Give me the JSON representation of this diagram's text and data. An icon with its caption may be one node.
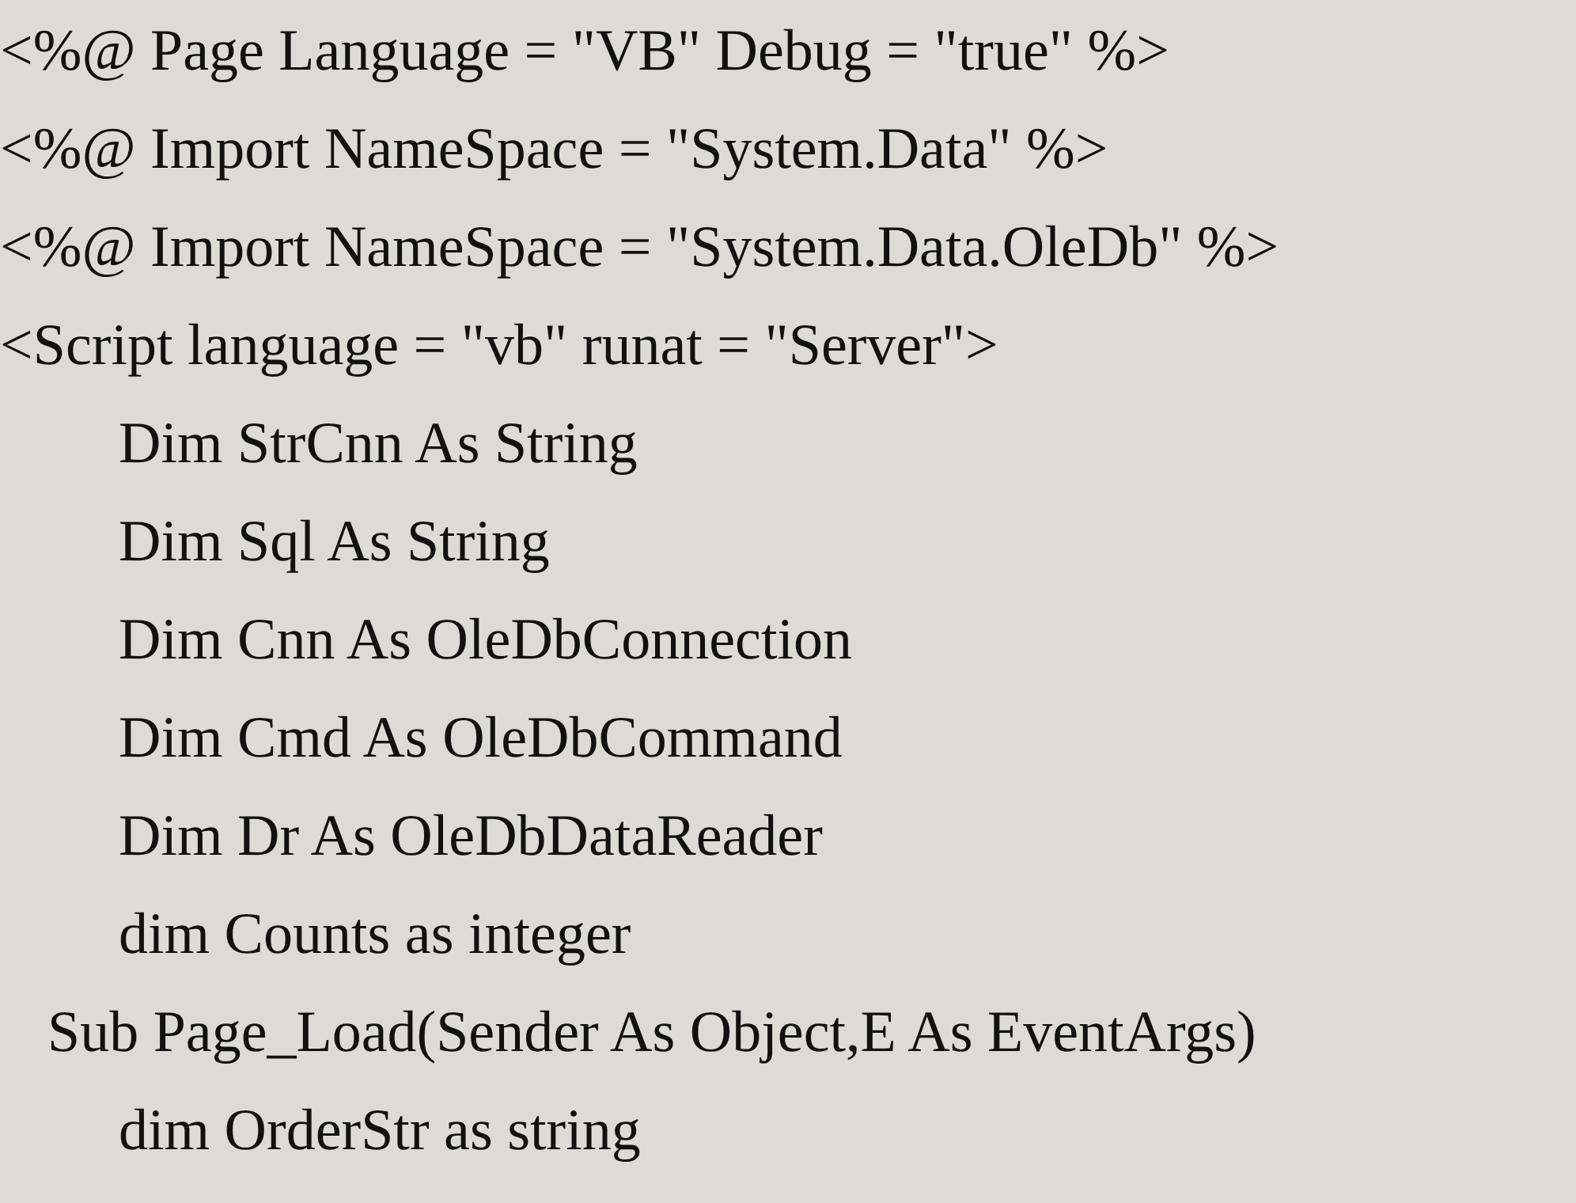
{
  "diagram": {
    "labels": [
      "<%@ Page Language = \"VB\" Debug = \"true\" %>",
      "<%@ Import NameSpace = \"System.Data\" %>",
      "<%@ Import NameSpace = \"System.Data.OleDb\" %>",
      "<Script language = \"vb\" runat = \"Server\">",
      "Dim StrCnn As String",
      "Dim Sql As String",
      "Dim Cnn As OleDbConnection",
      "Dim Cmd As OleDbCommand",
      "Dim Dr As OleDbDataReader",
      "dim Counts as integer",
      "Sub Page_Load(Sender As Object,E As EventArgs)",
      "dim OrderStr as string"
    ]
  }
}
